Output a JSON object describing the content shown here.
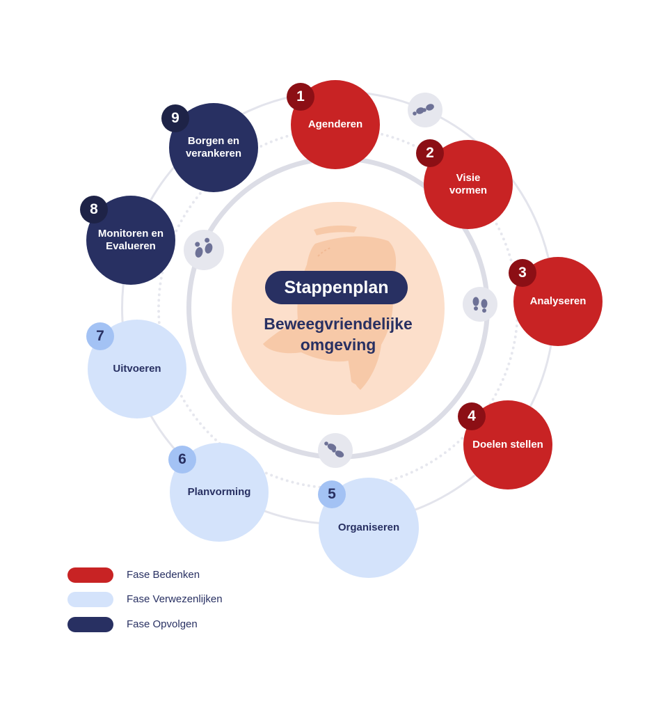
{
  "center": {
    "title": "Stappenplan",
    "subtitle_line1": "Beweegvriendelijke",
    "subtitle_line2": "omgeving"
  },
  "steps": [
    {
      "number": "1",
      "label_line1": "Agenderen",
      "label_line2": "",
      "phase": "Fase Bedenken"
    },
    {
      "number": "2",
      "label_line1": "Visie",
      "label_line2": "vormen",
      "phase": "Fase Bedenken"
    },
    {
      "number": "3",
      "label_line1": "Analyseren",
      "label_line2": "",
      "phase": "Fase Bedenken"
    },
    {
      "number": "4",
      "label_line1": "Doelen stellen",
      "label_line2": "",
      "phase": "Fase Bedenken"
    },
    {
      "number": "5",
      "label_line1": "Organiseren",
      "label_line2": "",
      "phase": "Fase Verwezenlijken"
    },
    {
      "number": "6",
      "label_line1": "Planvorming",
      "label_line2": "",
      "phase": "Fase Verwezenlijken"
    },
    {
      "number": "7",
      "label_line1": "Uitvoeren",
      "label_line2": "",
      "phase": "Fase Verwezenlijken"
    },
    {
      "number": "8",
      "label_line1": "Monitoren en",
      "label_line2": "Evalueren",
      "phase": "Fase Opvolgen"
    },
    {
      "number": "9",
      "label_line1": "Borgen en",
      "label_line2": "verankeren",
      "phase": "Fase Opvolgen"
    }
  ],
  "legend": [
    {
      "label": "Fase Bedenken",
      "color": "#c82324"
    },
    {
      "label": "Fase Verwezenlijken",
      "color": "#d4e3fb"
    },
    {
      "label": "Fase Opvolgen",
      "color": "#283062"
    }
  ],
  "colors": {
    "red": "#c82324",
    "red_badge": "#8c0f15",
    "light_blue": "#d4e3fb",
    "light_badge": "#a3c2f4",
    "navy": "#283062",
    "navy_badge": "#1e2347",
    "center_fill": "#fcdfcb",
    "map_fill": "#f7c9a8",
    "footprint": "#6d7196",
    "footprint_bg": "#e6e7ee"
  },
  "icons": [
    "footprints-icon",
    "netherlands-map-icon"
  ]
}
